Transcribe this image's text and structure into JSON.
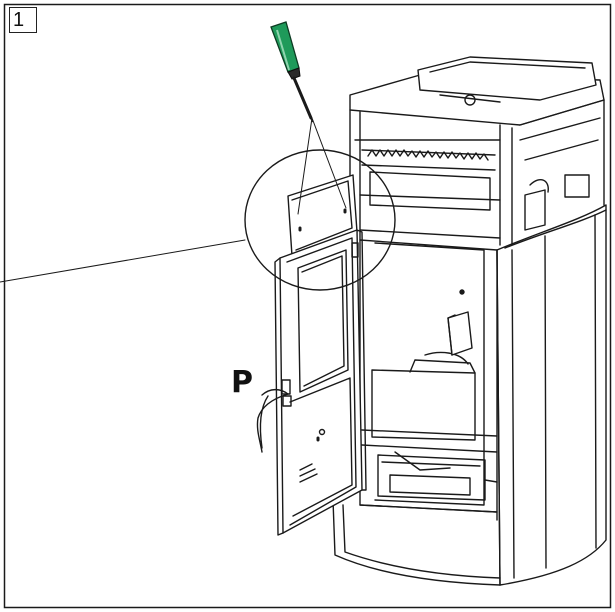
{
  "figure": {
    "step_number": "1",
    "part_label": "P"
  },
  "colors": {
    "line": "#1a1a1a",
    "screwdriver_handle": "#1f9a5a",
    "background": "#ffffff"
  },
  "icons": {
    "screwdriver": "screwdriver-icon",
    "stove": "pellet-stove-illustration"
  }
}
